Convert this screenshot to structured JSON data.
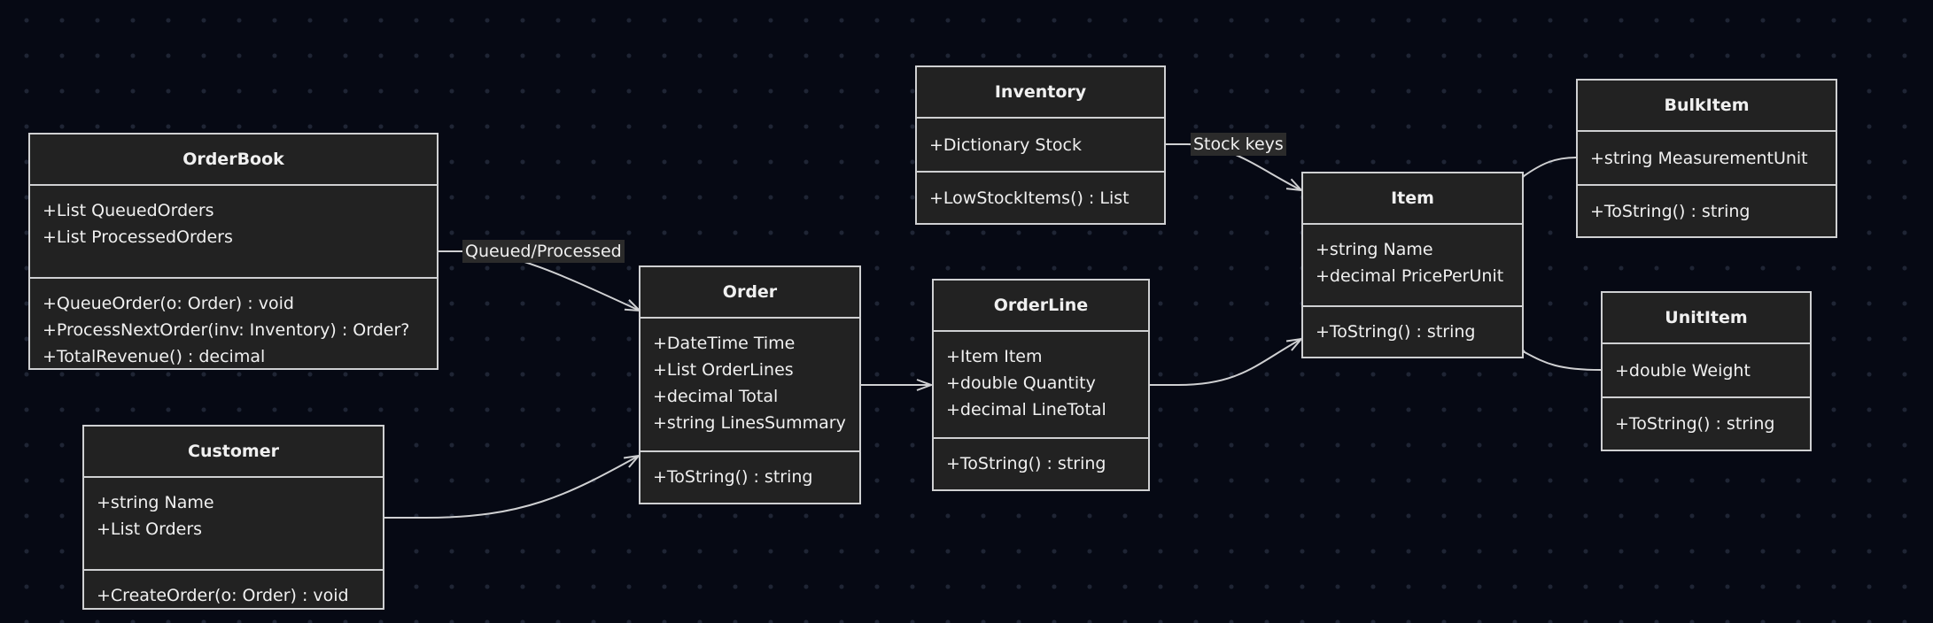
{
  "classes": {
    "orderbook": {
      "name": "OrderBook",
      "attributes": [
        "+List QueuedOrders",
        "+List ProcessedOrders"
      ],
      "methods": [
        "+QueueOrder(o: Order) : void",
        "+ProcessNextOrder(inv: Inventory) : Order?",
        "+TotalRevenue() : decimal"
      ]
    },
    "customer": {
      "name": "Customer",
      "attributes": [
        "+string Name",
        "+List Orders"
      ],
      "methods": [
        "+CreateOrder(o: Order) : void"
      ]
    },
    "order": {
      "name": "Order",
      "attributes": [
        "+DateTime Time",
        "+List OrderLines",
        "+decimal Total",
        "+string LinesSummary"
      ],
      "methods": [
        "+ToString() : string"
      ]
    },
    "inventory": {
      "name": "Inventory",
      "attributes": [
        "+Dictionary Stock"
      ],
      "methods": [
        "+LowStockItems() : List"
      ]
    },
    "orderline": {
      "name": "OrderLine",
      "attributes": [
        "+Item Item",
        "+double Quantity",
        "+decimal LineTotal"
      ],
      "methods": [
        "+ToString() : string"
      ]
    },
    "item": {
      "name": "Item",
      "attributes": [
        "+string Name",
        "+decimal PricePerUnit"
      ],
      "methods": [
        "+ToString() : string"
      ]
    },
    "bulkitem": {
      "name": "BulkItem",
      "attributes": [
        "+string MeasurementUnit"
      ],
      "methods": [
        "+ToString() : string"
      ]
    },
    "unititem": {
      "name": "UnitItem",
      "attributes": [
        "+double Weight"
      ],
      "methods": [
        "+ToString() : string"
      ]
    }
  },
  "edge_labels": {
    "queued_processed": "Queued/Processed",
    "stock_keys": "Stock keys"
  },
  "colors": {
    "background": "#060914",
    "node_fill": "#222222",
    "node_border": "#cfd0d2",
    "edge": "#cfd0d2",
    "label_bg": "#2b2b2b",
    "text": "#f0f0f0"
  }
}
